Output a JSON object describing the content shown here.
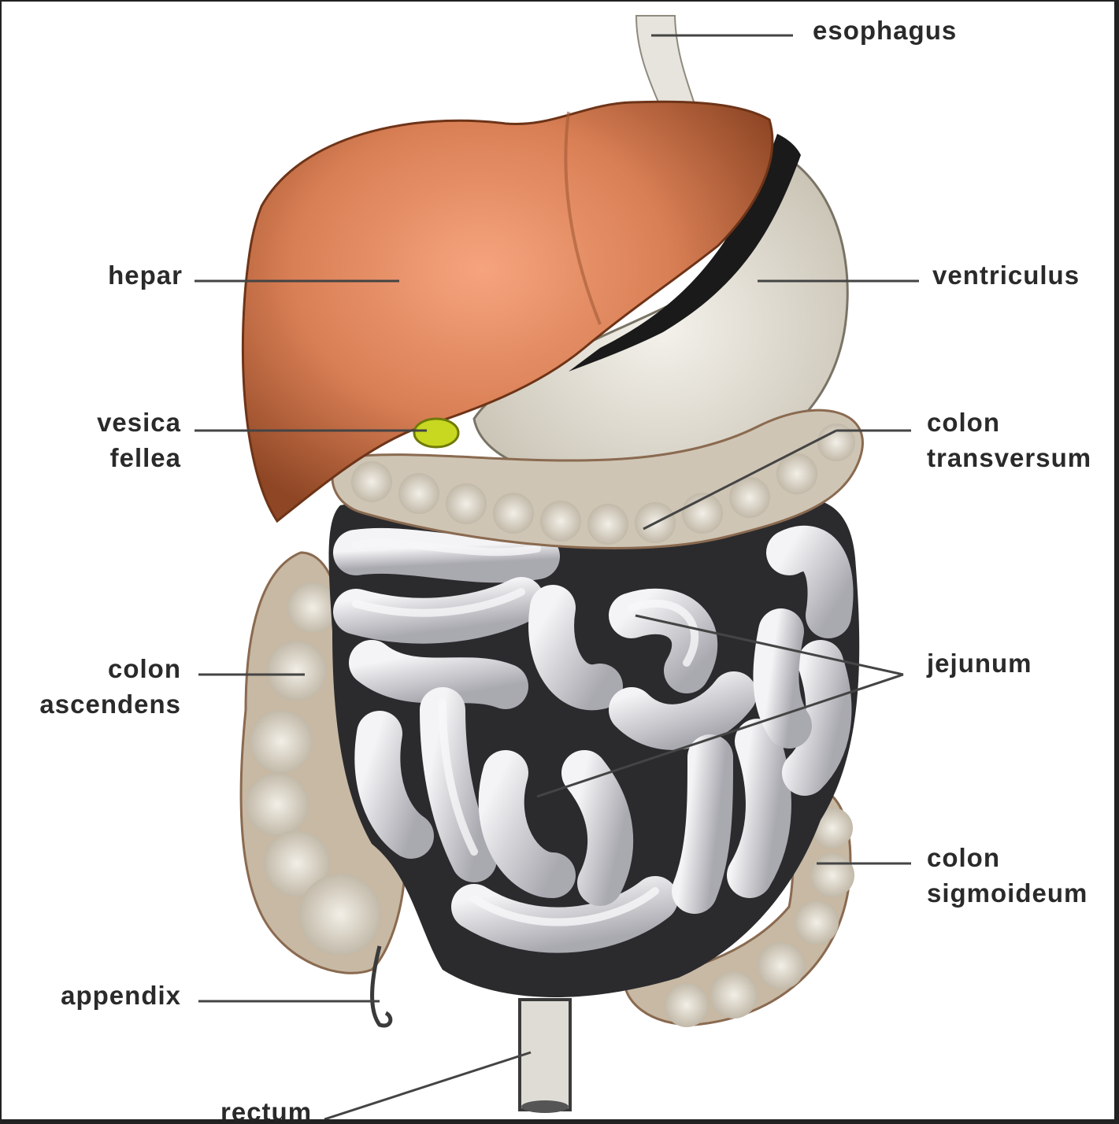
{
  "labels": {
    "esophagus": "esophagus",
    "hepar": "hepar",
    "ventriculus": "ventriculus",
    "vesica_line1": "vesica",
    "vesica_line2": "fellea",
    "colon_transversum_line1": "colon",
    "colon_transversum_line2": "transversum",
    "colon_ascendens_line1": "colon",
    "colon_ascendens_line2": "ascendens",
    "jejunum": "jejunum",
    "colon_sigmoideum_line1": "colon",
    "colon_sigmoideum_line2": "sigmoideum",
    "appendix": "appendix",
    "rectum": "rectum"
  },
  "colors": {
    "liver": "#b0623a",
    "liver_highlight": "#f4a07c",
    "stomach": "#e9e6dd",
    "colon": "#d9d3c6",
    "small_intestine": "#c9c9cd",
    "gallbladder": "#c8d820",
    "leader_line": "#444444"
  }
}
